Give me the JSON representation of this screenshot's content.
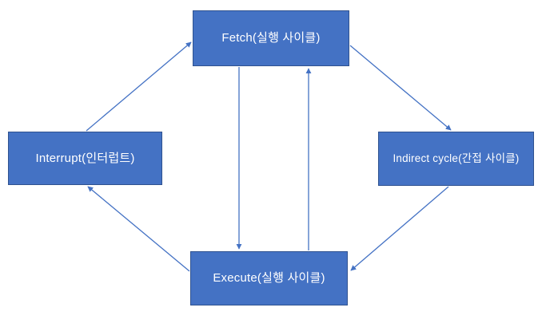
{
  "diagram": {
    "description": "CPU instruction cycle diagram with four states connected by arrows",
    "nodes": {
      "fetch": {
        "label": "Fetch(실행 사이클)"
      },
      "indirect": {
        "label": "Indirect cycle(간접 사이클)"
      },
      "execute": {
        "label": "Execute(실행 사이클)"
      },
      "interrupt": {
        "label": "Interrupt(인터럽트)"
      }
    },
    "edges": [
      {
        "from": "interrupt",
        "to": "fetch"
      },
      {
        "from": "fetch",
        "to": "indirect"
      },
      {
        "from": "indirect",
        "to": "execute"
      },
      {
        "from": "execute",
        "to": "interrupt"
      },
      {
        "from": "fetch",
        "to": "execute"
      },
      {
        "from": "execute",
        "to": "fetch"
      }
    ],
    "colors": {
      "node_fill": "#4472C4",
      "node_border": "#2F528F",
      "connector": "#4472C4",
      "text": "#FFFFFF",
      "background": "#FFFFFF"
    }
  }
}
